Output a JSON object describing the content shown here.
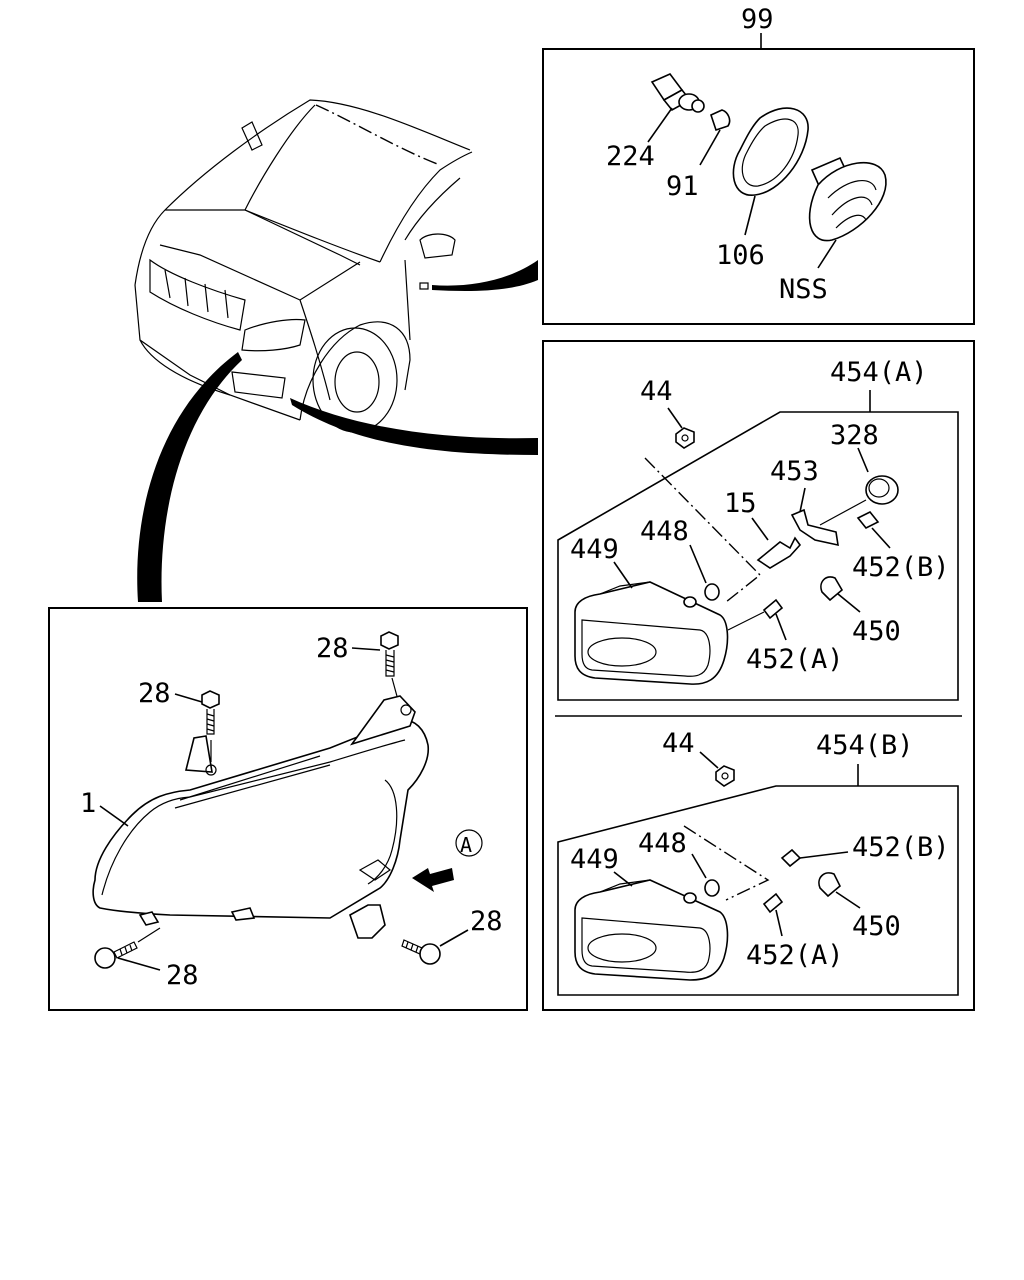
{
  "labels": {
    "group_99": "99",
    "side_224": "224",
    "side_91": "91",
    "side_106": "106",
    "side_nss": "NSS",
    "a_454": "454(A)",
    "a_44": "44",
    "a_328": "328",
    "a_453": "453",
    "a_15": "15",
    "a_448": "448",
    "a_449": "449",
    "a_452b": "452(B)",
    "a_450": "450",
    "a_452a": "452(A)",
    "b_454": "454(B)",
    "b_44": "44",
    "b_448": "448",
    "b_449": "449",
    "b_452b": "452(B)",
    "b_450": "450",
    "b_452a": "452(A)",
    "hl_28_top": "28",
    "hl_28_upper_left": "28",
    "hl_1": "1",
    "hl_view_a": "A",
    "hl_28_right": "28",
    "hl_28_bottom_left": "28"
  }
}
